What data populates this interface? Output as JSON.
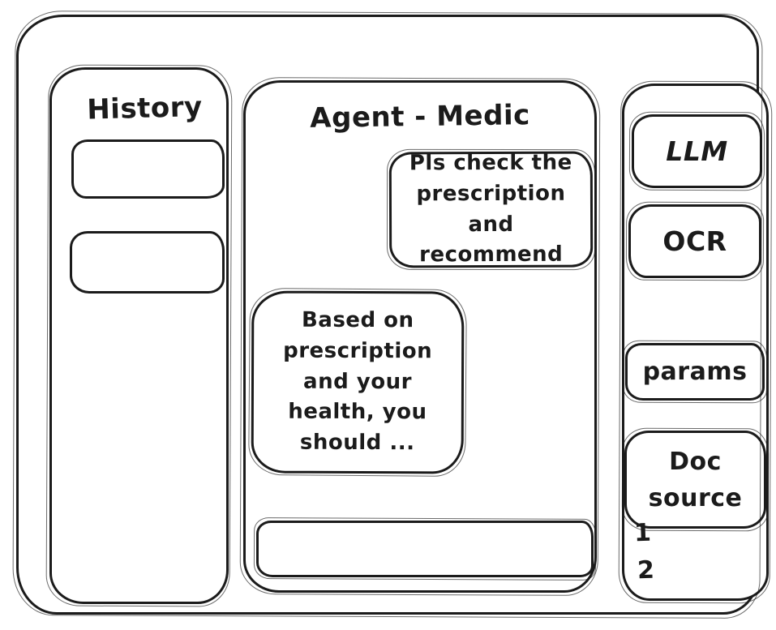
{
  "colors": {
    "ink": "#1b1b1b",
    "background": "#ffffff"
  },
  "history_panel": {
    "title": "History",
    "items": [
      "",
      ""
    ]
  },
  "chat_panel": {
    "title": "Agent - Medic",
    "messages": [
      {
        "role": "user",
        "text": "Pls check the prescription and recommend"
      },
      {
        "role": "assistant",
        "text": "Based on prescription and your health, you should ..."
      }
    ],
    "input": {
      "value": ""
    }
  },
  "tools_panel": {
    "buttons": [
      {
        "id": "llm",
        "label": "LLM"
      },
      {
        "id": "ocr",
        "label": "OCR"
      },
      {
        "id": "params",
        "label": "params"
      },
      {
        "id": "doc-source",
        "label": "Doc source"
      }
    ],
    "doc_items": [
      "1",
      "2"
    ]
  }
}
